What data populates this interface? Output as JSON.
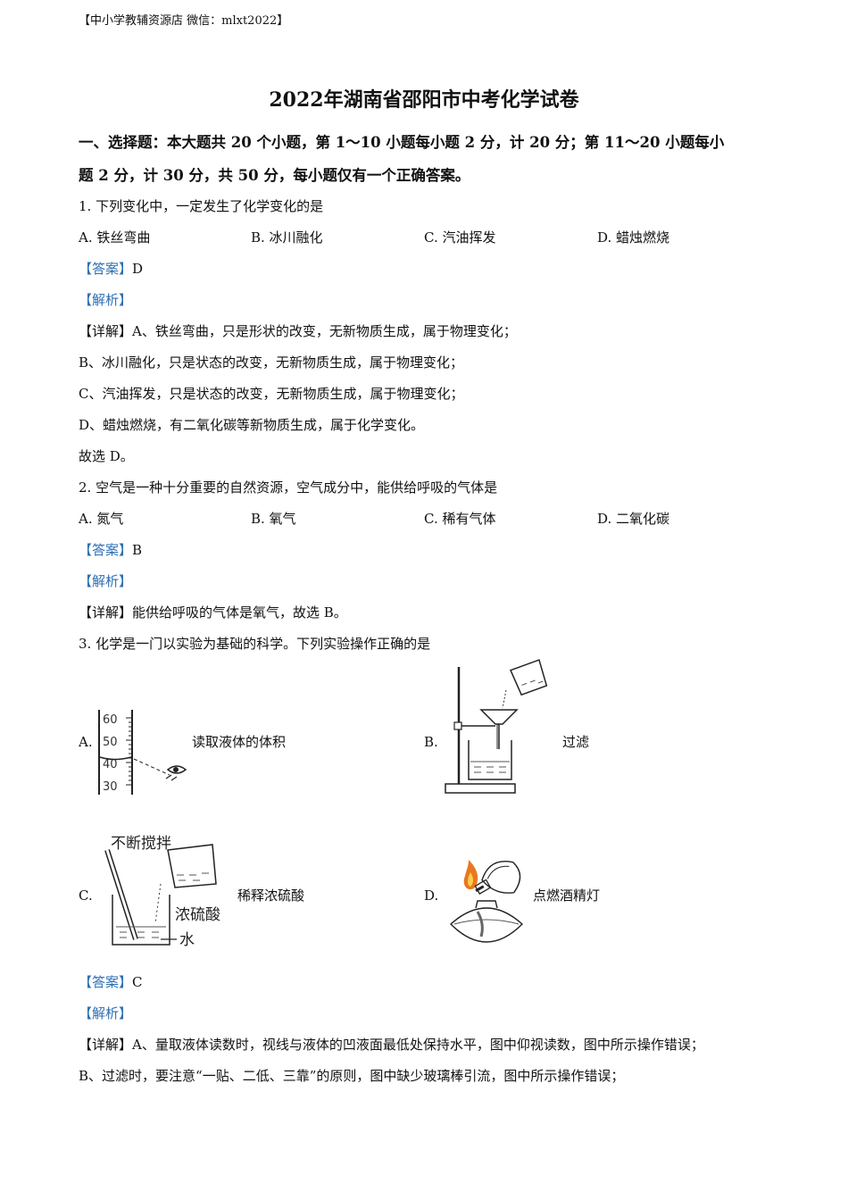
{
  "header": "【中小学教辅资源店  微信：mlxt2022】",
  "title": "2022年湖南省邵阳市中考化学试卷",
  "section": {
    "line1": "一、选择题：本大题共 20 个小题，第 1～10 小题每小题 2 分，计 20 分；第 11～20 小题每小",
    "line2": "题 2 分，计 30 分，共 50 分，每小题仅有一个正确答案。"
  },
  "labels": {
    "answer": "【答案】",
    "analysis": "【解析】",
    "detail": "【详解】"
  },
  "q1": {
    "stem": "1. 下列变化中，一定发生了化学变化的是",
    "options": [
      "A. 铁丝弯曲",
      "B. 冰川融化",
      "C. 汽油挥发",
      "D. 蜡烛燃烧"
    ],
    "answer": "D",
    "details": [
      "A、铁丝弯曲，只是形状的改变，无新物质生成，属于物理变化；",
      "B、冰川融化，只是状态的改变，无新物质生成，属于物理变化；",
      "C、汽油挥发，只是状态的改变，无新物质生成，属于物理变化；",
      "D、蜡烛燃烧，有二氧化碳等新物质生成，属于化学变化。",
      "故选 D。"
    ]
  },
  "q2": {
    "stem": "2. 空气是一种十分重要的自然资源，空气成分中，能供给呼吸的气体是",
    "options": [
      "A. 氮气",
      "B. 氧气",
      "C. 稀有气体",
      "D. 二氧化碳"
    ],
    "answer": "B",
    "detail": "能供给呼吸的气体是氧气，故选 B。"
  },
  "q3": {
    "stem": "3. 化学是一门以实验为基础的科学。下列实验操作正确的是",
    "options": [
      {
        "letter": "A.",
        "caption": "读取液体的体积",
        "figure": "graduated-cylinder-reading"
      },
      {
        "letter": "B.",
        "caption": "过滤",
        "figure": "filtration-apparatus"
      },
      {
        "letter": "C.",
        "caption": "稀释浓硫酸",
        "figure": "dilution-apparatus"
      },
      {
        "letter": "D.",
        "caption": "点燃酒精灯",
        "figure": "alcohol-lamp"
      }
    ],
    "figure_text": {
      "cylinder_ticks": [
        "60",
        "50",
        "40",
        "30"
      ],
      "stir": "不断搅拌",
      "acid": "浓硫酸",
      "water": "水"
    },
    "answer": "C",
    "details": [
      "A、量取液体读数时，视线与液体的凹液面最低处保持水平，图中仰视读数，图中所示操作错误；",
      "B、过滤时，要注意“一贴、二低、三靠”的原则，图中缺少玻璃棒引流，图中所示操作错误；"
    ]
  }
}
